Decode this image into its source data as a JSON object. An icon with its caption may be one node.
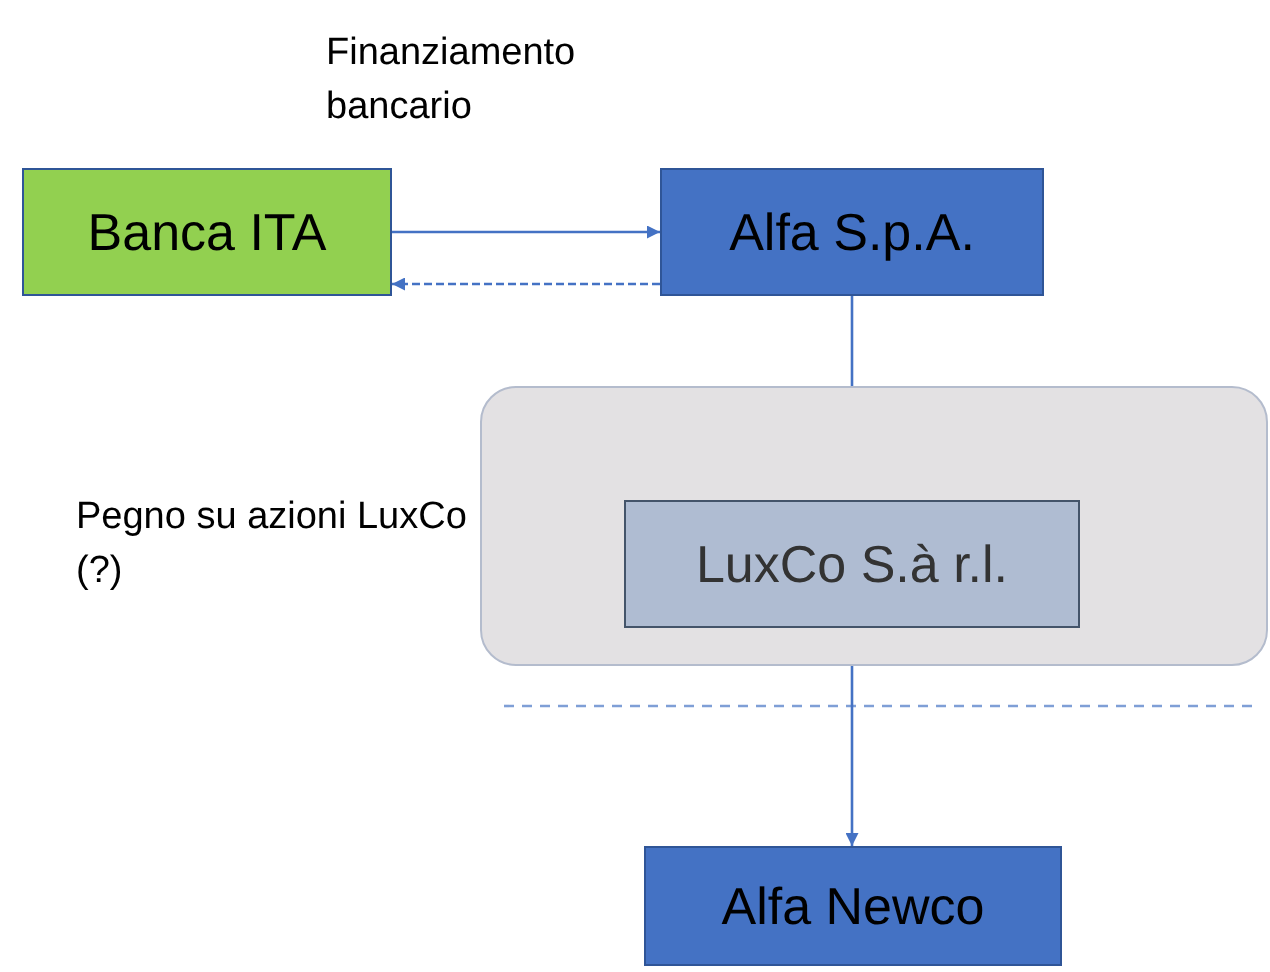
{
  "diagram": {
    "nodes": [
      {
        "text": [
          "Banca ITA"
        ]
      },
      {
        "text": [
          "Alfa S.p.A."
        ]
      },
      {
        "text": [],
        "shape": "box"
      },
      {
        "text": [
          "LuxCo S.à r.l."
        ],
        "in": 2
      },
      {
        "text": [
          "Alfa Newco"
        ]
      }
    ],
    "edges": [
      {
        "from": 0,
        "to": 1,
        "arrow": "to"
      },
      {
        "from": 1,
        "to": 0,
        "arrow": "to",
        "style": "dashed"
      },
      {
        "from": 1,
        "to": 3,
        "arrow": "none"
      },
      {
        "from": 3,
        "to": 4,
        "arrow": "to"
      }
    ],
    "labels": [
      "Finanziamento bancario",
      "Pegno su azioni LuxCo (?)"
    ]
  }
}
